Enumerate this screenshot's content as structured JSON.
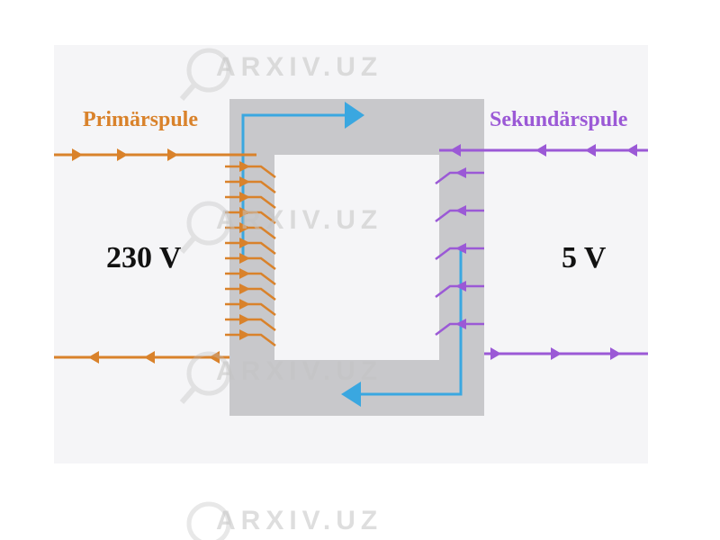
{
  "labels": {
    "primary_coil": "Primärspule",
    "secondary_coil": "Sekundärspule",
    "primary_voltage": "230 V",
    "secondary_voltage": "5 V"
  },
  "watermark": "ARXIV.UZ",
  "colors": {
    "primary": "#d9822b",
    "secondary": "#9b59d6",
    "flux": "#3aa7e0",
    "core": "#c8c8cb",
    "panel": "#f4f4f6"
  },
  "icons": [
    "magnifier-icon"
  ]
}
